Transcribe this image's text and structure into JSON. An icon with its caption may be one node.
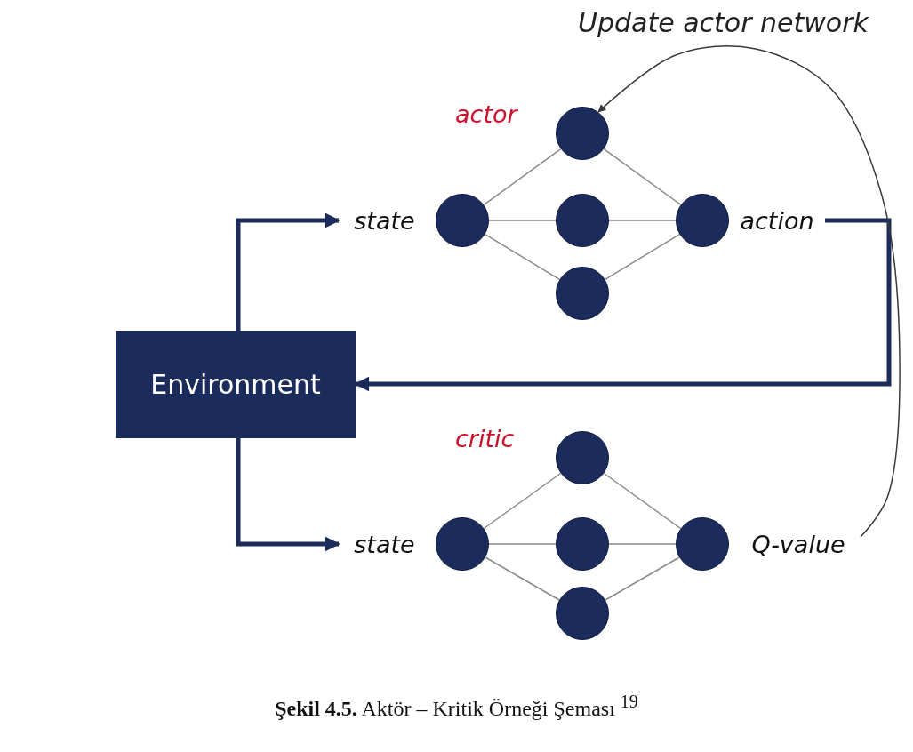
{
  "diagram": {
    "caption": "**Şekil 4.5.** Aktör – Kritik Örneği Şeması $^{19}$",
    "nodes": [
      {
        "text": [
          "Environment"
        ]
      },
      {
        "text": [
          "state"
        ]
      },
      {
        "text": [],
        "shape": "circle"
      },
      {
        "text": [],
        "shape": "circle"
      },
      {
        "text": [],
        "shape": "circle"
      },
      {
        "text": [],
        "shape": "circle"
      },
      {
        "text": [],
        "shape": "circle"
      },
      {
        "text": [
          "action"
        ]
      },
      {
        "text": [
          "state"
        ]
      },
      {
        "text": [],
        "shape": "circle"
      },
      {
        "text": [],
        "shape": "circle"
      },
      {
        "text": [],
        "shape": "circle"
      },
      {
        "text": [],
        "shape": "circle"
      },
      {
        "text": [],
        "shape": "circle"
      },
      {
        "text": [
          "Q-value"
        ]
      }
    ],
    "edges": [
      {
        "from": 0,
        "to": 1,
        "arrow": "to",
        "style": "thick",
        "color": "#1b2b5b"
      },
      {
        "from": 0,
        "to": 8,
        "arrow": "to",
        "style": "thick",
        "color": "#1b2b5b"
      },
      {
        "from": 7,
        "to": 0,
        "arrow": "to",
        "style": "thick",
        "color": "#1b2b5b"
      },
      {
        "from": 14,
        "to": 3,
        "arrow": "to",
        "label": "Update actor network",
        "color": "#3a3a3a"
      },
      {
        "from": 2,
        "to": 3,
        "arrow": "none"
      },
      {
        "from": 2,
        "to": 4,
        "arrow": "none"
      },
      {
        "from": 2,
        "to": 5,
        "arrow": "none"
      },
      {
        "from": 3,
        "to": 6,
        "arrow": "none"
      },
      {
        "from": 4,
        "to": 6,
        "arrow": "none"
      },
      {
        "from": 5,
        "to": 6,
        "arrow": "none"
      },
      {
        "from": 9,
        "to": 10,
        "arrow": "none"
      },
      {
        "from": 9,
        "to": 11,
        "arrow": "none"
      },
      {
        "from": 9,
        "to": 12,
        "arrow": "none"
      },
      {
        "from": 10,
        "to": 13,
        "arrow": "none"
      },
      {
        "from": 11,
        "to": 13,
        "arrow": "none"
      },
      {
        "from": 12,
        "to": 13,
        "arrow": "none"
      }
    ],
    "labels": [
      "actor",
      "critic"
    ]
  }
}
